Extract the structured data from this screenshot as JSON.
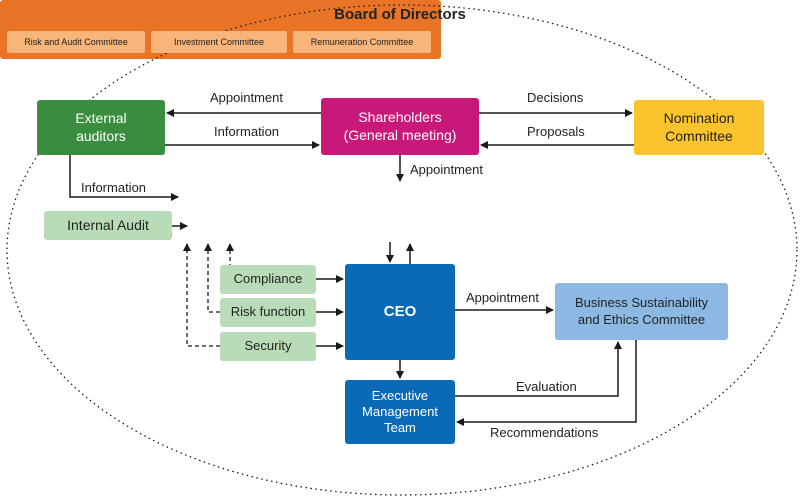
{
  "nodes": {
    "external_auditors": "External\nauditors",
    "shareholders": "Shareholders\n(General meeting)",
    "nomination_committee": "Nomination\nCommittee",
    "board": {
      "title": "Board of Directors",
      "committees": [
        "Risk and Audit Committee",
        "Investment Committee",
        "Remuneration Committee"
      ]
    },
    "internal_audit": "Internal Audit",
    "compliance": "Compliance",
    "risk_function": "Risk function",
    "security": "Security",
    "ceo": "CEO",
    "executive_management": "Executive\nManagement\nTeam",
    "sustainability_committee": "Business Sustainability\nand Ethics Committee"
  },
  "edge_labels": {
    "appointment_shareholders_to_auditors": "Appointment",
    "information_auditors_to_shareholders": "Information",
    "decisions": "Decisions",
    "proposals": "Proposals",
    "appointment_shareholders_to_board": "Appointment",
    "information_auditors_to_board": "Information",
    "appointment_ceo_to_committee": "Appointment",
    "evaluation": "Evaluation",
    "recommendations": "Recommendations"
  },
  "colors": {
    "external_auditors": "#3a8c3e",
    "shareholders": "#c8197a",
    "nomination_committee": "#fcc42c",
    "board": "#e97426",
    "board_committees": "#f7b57a",
    "light_green": "#b8dcb8",
    "ceo_blue": "#0b6ab6",
    "light_blue": "#8cb8e4"
  }
}
